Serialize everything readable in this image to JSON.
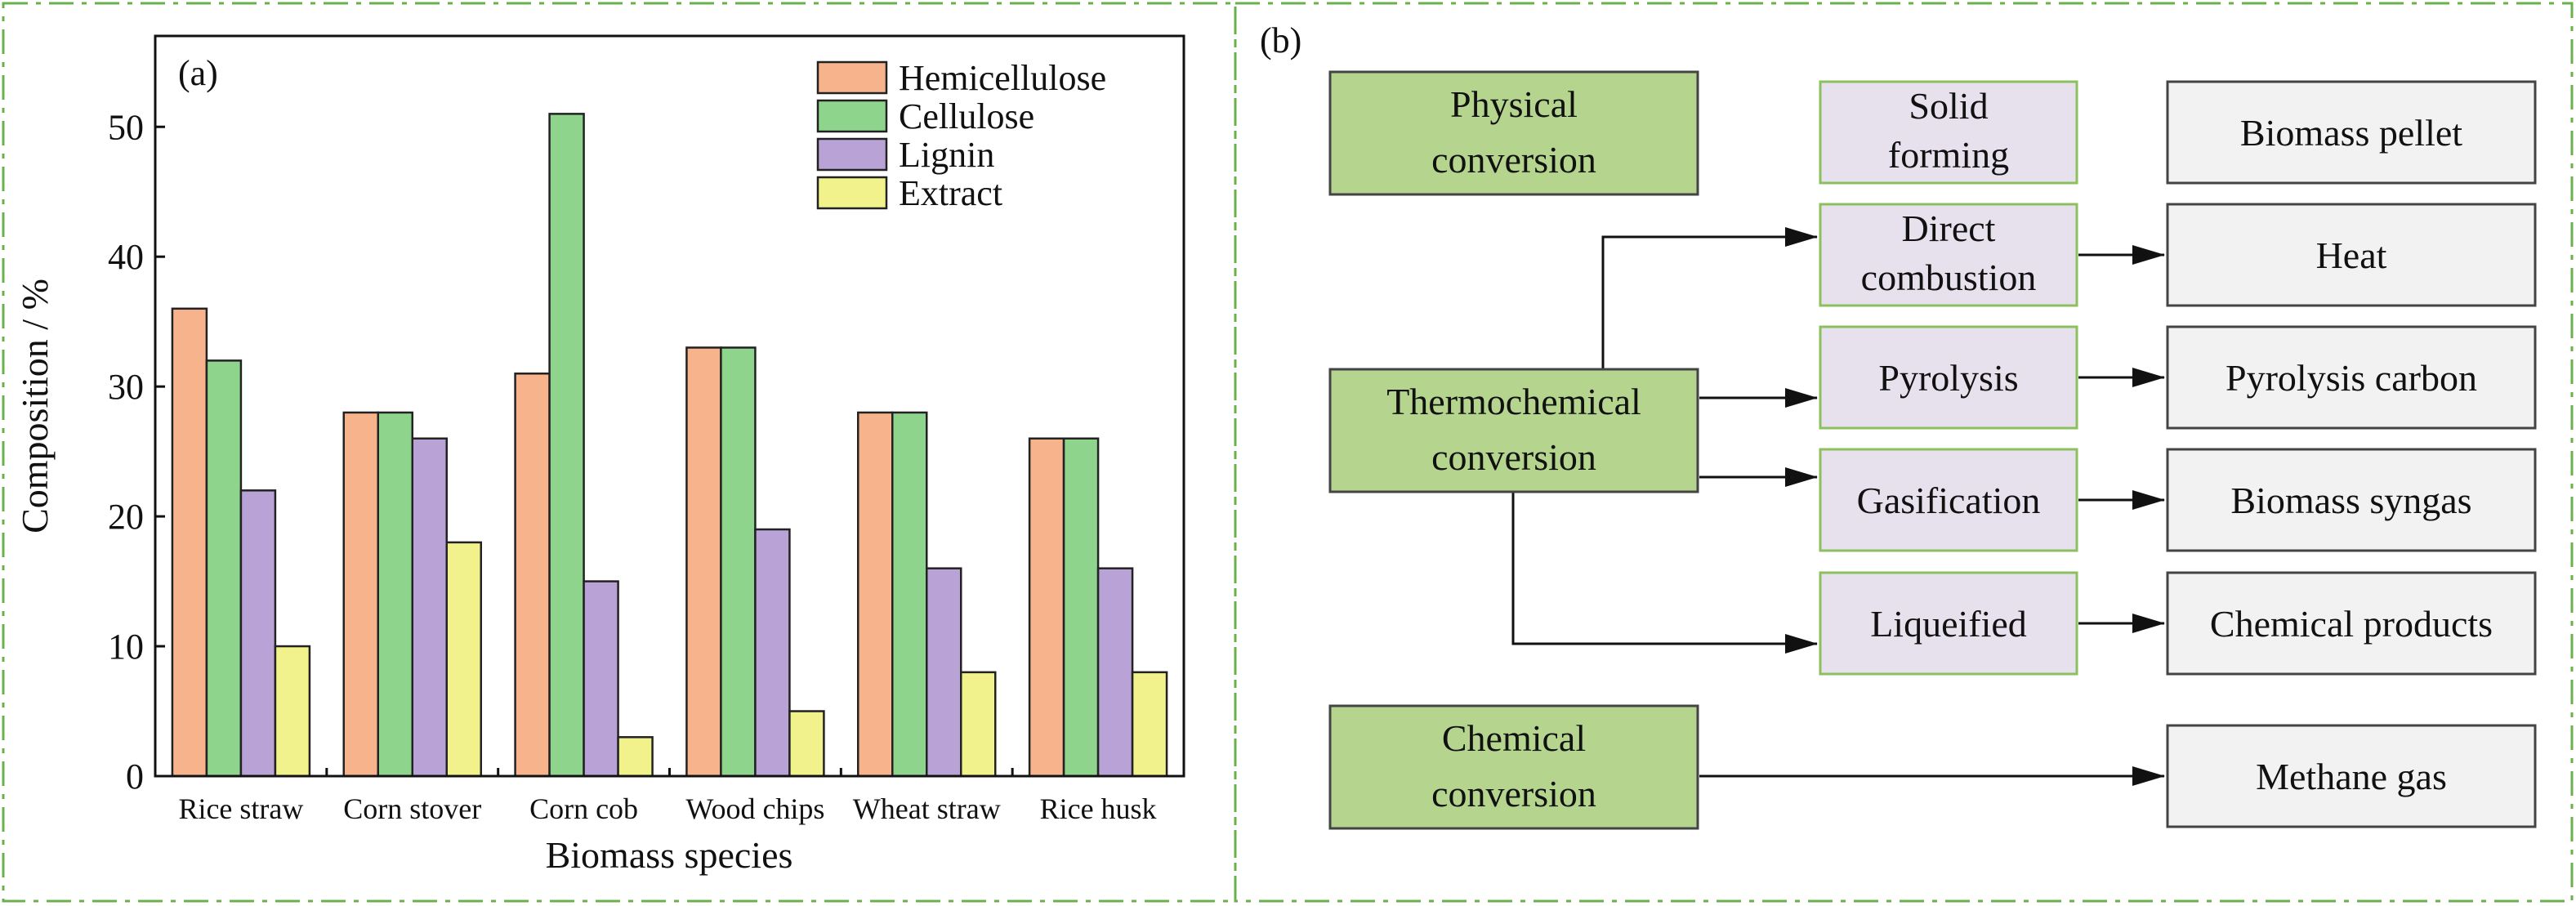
{
  "panel_a_label": "(a)",
  "panel_b_label": "(b)",
  "chart_data": {
    "type": "bar",
    "xlabel": "Biomass species",
    "ylabel": "Composition / %",
    "ylim": [
      0,
      57
    ],
    "yticks": [
      0,
      10,
      20,
      30,
      40,
      50
    ],
    "grid": false,
    "legend_position": "top-right",
    "categories": [
      "Rice straw",
      "Corn stover",
      "Corn cob",
      "Wood chips",
      "Wheat straw",
      "Rice husk"
    ],
    "series": [
      {
        "name": "Hemicellulose",
        "color": "#f6b38c",
        "values": [
          36,
          28,
          31,
          33,
          28,
          26
        ]
      },
      {
        "name": "Cellulose",
        "color": "#8fd48d",
        "values": [
          32,
          28,
          51,
          33,
          28,
          26
        ]
      },
      {
        "name": "Lignin",
        "color": "#b9a2d6",
        "values": [
          22,
          26,
          15,
          19,
          16,
          16
        ]
      },
      {
        "name": "Extract",
        "color": "#f2f28c",
        "values": [
          10,
          18,
          3,
          5,
          8,
          8
        ]
      }
    ]
  },
  "diagram": {
    "colors": {
      "conversion_fill": "#b5d58f",
      "conversion_border": "#444444",
      "process_fill": "#e7e1ee",
      "process_border": "#8cbf5e",
      "product_fill": "#f2f2f2",
      "product_border": "#444444"
    },
    "conversions": [
      {
        "id": "physical",
        "lines": [
          "Physical",
          "conversion"
        ]
      },
      {
        "id": "thermochemical",
        "lines": [
          "Thermochemical",
          "conversion"
        ]
      },
      {
        "id": "chemical",
        "lines": [
          "Chemical",
          "conversion"
        ]
      }
    ],
    "processes": [
      {
        "id": "solid-forming",
        "lines": [
          "Solid",
          "forming"
        ]
      },
      {
        "id": "direct-combustion",
        "lines": [
          "Direct",
          "combustion"
        ]
      },
      {
        "id": "pyrolysis",
        "lines": [
          "Pyrolysis"
        ]
      },
      {
        "id": "gasification",
        "lines": [
          "Gasification"
        ]
      },
      {
        "id": "liqueified",
        "lines": [
          "Liqueified"
        ]
      }
    ],
    "products": [
      {
        "id": "biomass-pellet",
        "lines": [
          "Biomass pellet"
        ]
      },
      {
        "id": "heat",
        "lines": [
          "Heat"
        ]
      },
      {
        "id": "pyrolysis-carbon",
        "lines": [
          "Pyrolysis carbon"
        ]
      },
      {
        "id": "biomass-syngas",
        "lines": [
          "Biomass syngas"
        ]
      },
      {
        "id": "chemical-products",
        "lines": [
          "Chemical products"
        ]
      },
      {
        "id": "methane-gas",
        "lines": [
          "Methane gas"
        ]
      }
    ]
  }
}
